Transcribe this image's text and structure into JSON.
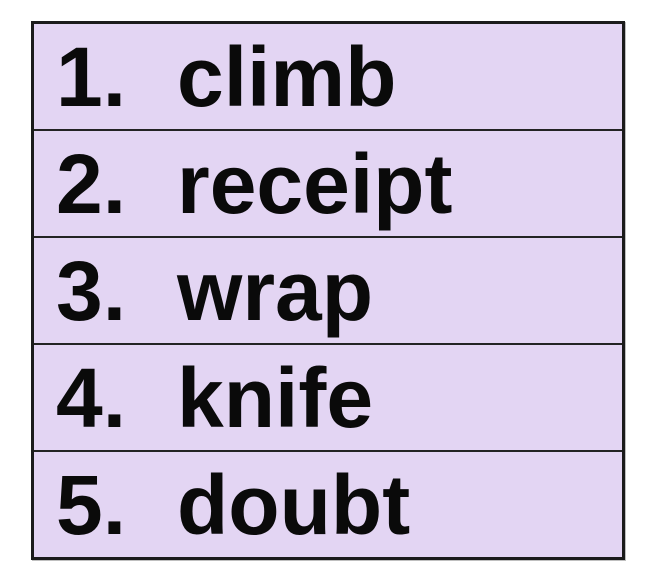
{
  "page": {
    "background_color": "#ffffff"
  },
  "word_table": {
    "background_color": "#e3d5f3",
    "border_color": "#1b1b1b",
    "text_color": "#0a0a0a",
    "items": [
      {
        "number": "1.",
        "word": "climb"
      },
      {
        "number": "2.",
        "word": "receipt"
      },
      {
        "number": "3.",
        "word": "wrap"
      },
      {
        "number": "4.",
        "word": "knife"
      },
      {
        "number": "5.",
        "word": "doubt"
      }
    ]
  }
}
